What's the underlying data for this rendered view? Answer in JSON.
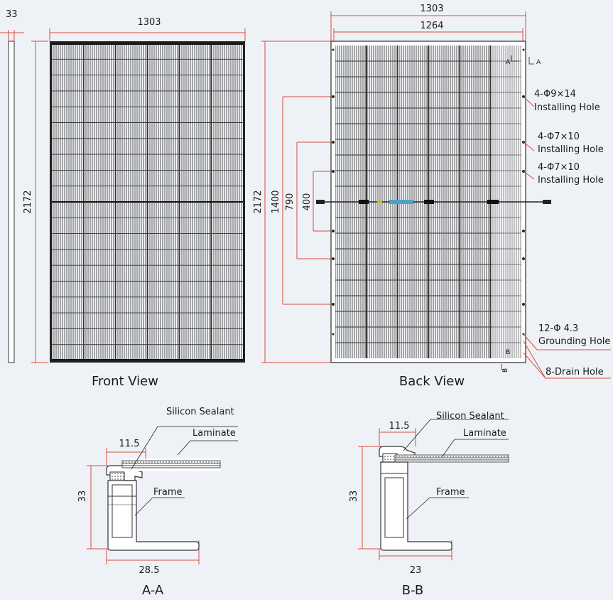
{
  "dims": {
    "side_thickness": "33",
    "front_width": "1303",
    "front_height": "2172",
    "back_width_outer": "1303",
    "back_width_inner": "1264",
    "back_height": "2172",
    "hole_span_1400": "1400",
    "hole_span_790": "790",
    "hole_span_400": "400",
    "aa_lip": "11.5",
    "aa_height": "33",
    "aa_base": "28.5",
    "bb_lip": "11.5",
    "bb_height": "33",
    "bb_base": "23"
  },
  "callouts": {
    "hole1_line1": "4-Φ9×14",
    "hole1_line2": "Installing Hole",
    "hole2_line1": "4-Φ7×10",
    "hole2_line2": "Installing Hole",
    "hole3_line1": "4-Φ7×10",
    "hole3_line2": "Installing Hole",
    "ground_line1": "12-Φ 4.3",
    "ground_line2": "Grounding Hole",
    "drain": "8-Drain Hole",
    "section_a": "A",
    "section_b": "B"
  },
  "section_labels": {
    "sealant": "Silicon Sealant",
    "laminate": "Laminate",
    "frame": "Frame"
  },
  "titles": {
    "front": "Front View",
    "back": "Back View",
    "aa": "A-A",
    "bb": "B-B"
  },
  "colors": {
    "dimension_line": "#d94a3c",
    "outline": "#222222",
    "background": "#eef2f7"
  }
}
